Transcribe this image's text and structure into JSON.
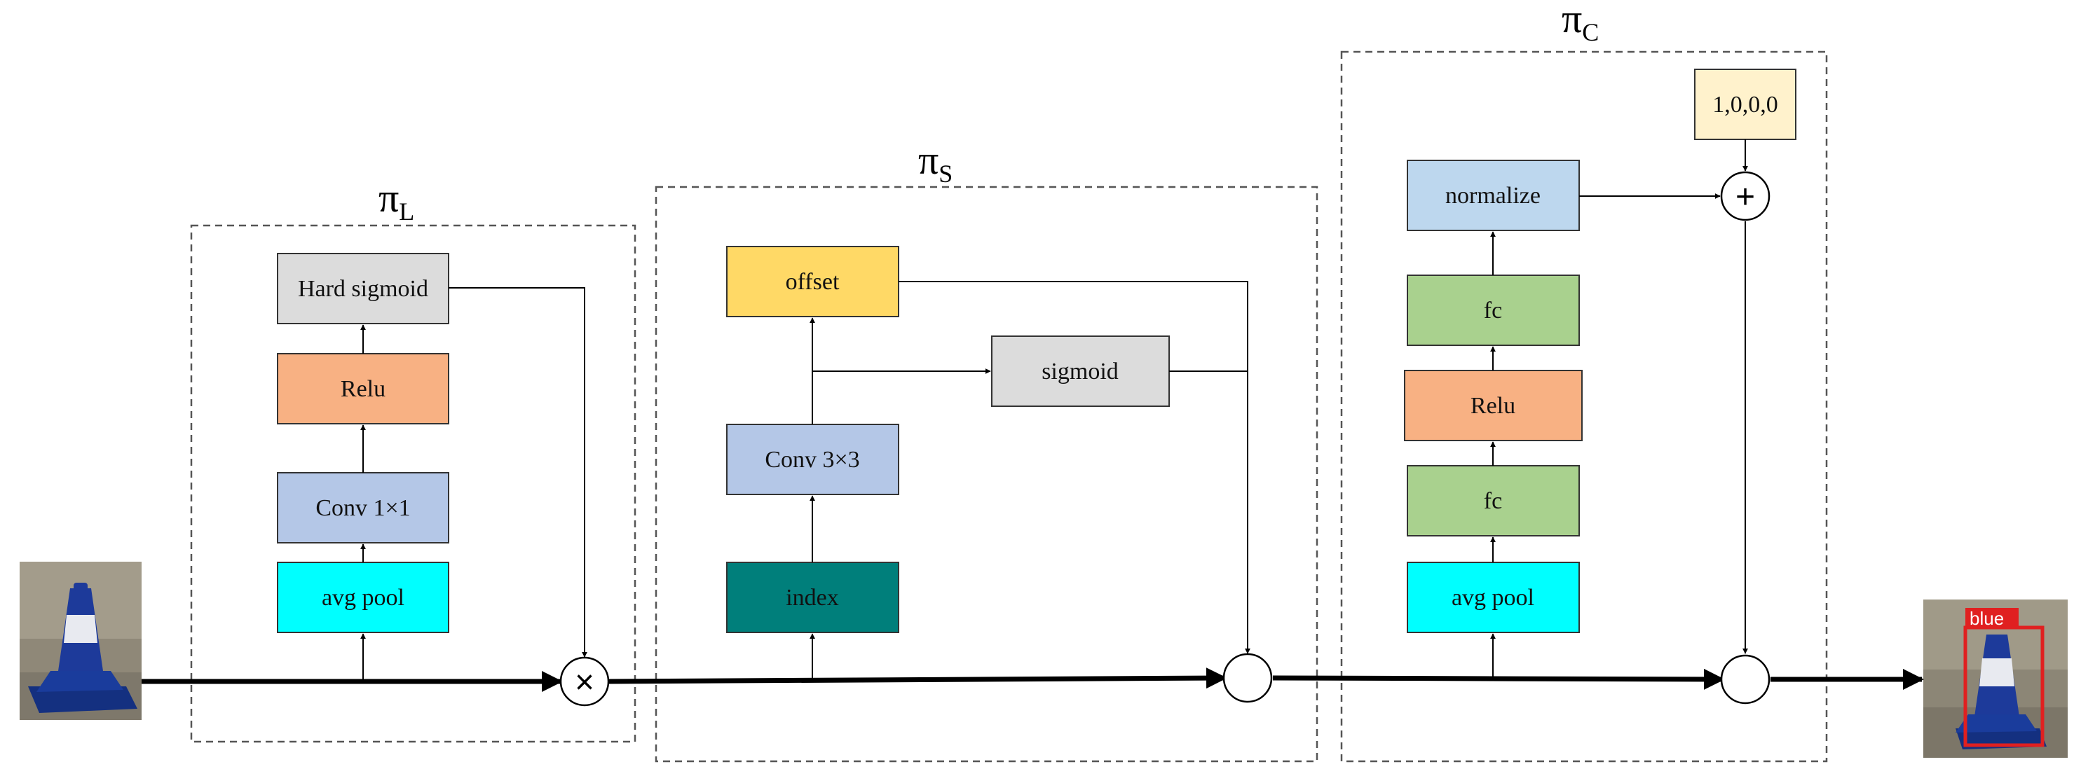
{
  "modules": [
    {
      "name": "L",
      "symbol": "π",
      "subscript": "L"
    },
    {
      "name": "S",
      "symbol": "π",
      "subscript": "S"
    },
    {
      "name": "C",
      "symbol": "π",
      "subscript": "C"
    }
  ],
  "blocks": {
    "hard_sigmoid": "Hard sigmoid",
    "relu_l": "Relu",
    "conv1x1": "Conv 1×1",
    "avg_pool_l": "avg pool",
    "offset": "offset",
    "sigmoid": "sigmoid",
    "conv3x3": "Conv 3×3",
    "index": "index",
    "normalize": "normalize",
    "fc_top": "fc",
    "relu_c": "Relu",
    "fc_bottom": "fc",
    "avg_pool_c": "avg pool",
    "init_values": "1,0,0,0"
  },
  "operators": {
    "multiply": "×",
    "add": "+"
  },
  "output_tag": "blue",
  "colors": {
    "cyan": "#00FFFF",
    "light_blue": "#B4C7E7",
    "salmon": "#F8B183",
    "light_gray": "#DCDCDC",
    "yellow": "#FFD966",
    "teal": "#007F7B",
    "sky": "#BDD7EE",
    "green": "#A9D18E",
    "cream": "#FFF2CC",
    "tag_red": "#E02020"
  }
}
